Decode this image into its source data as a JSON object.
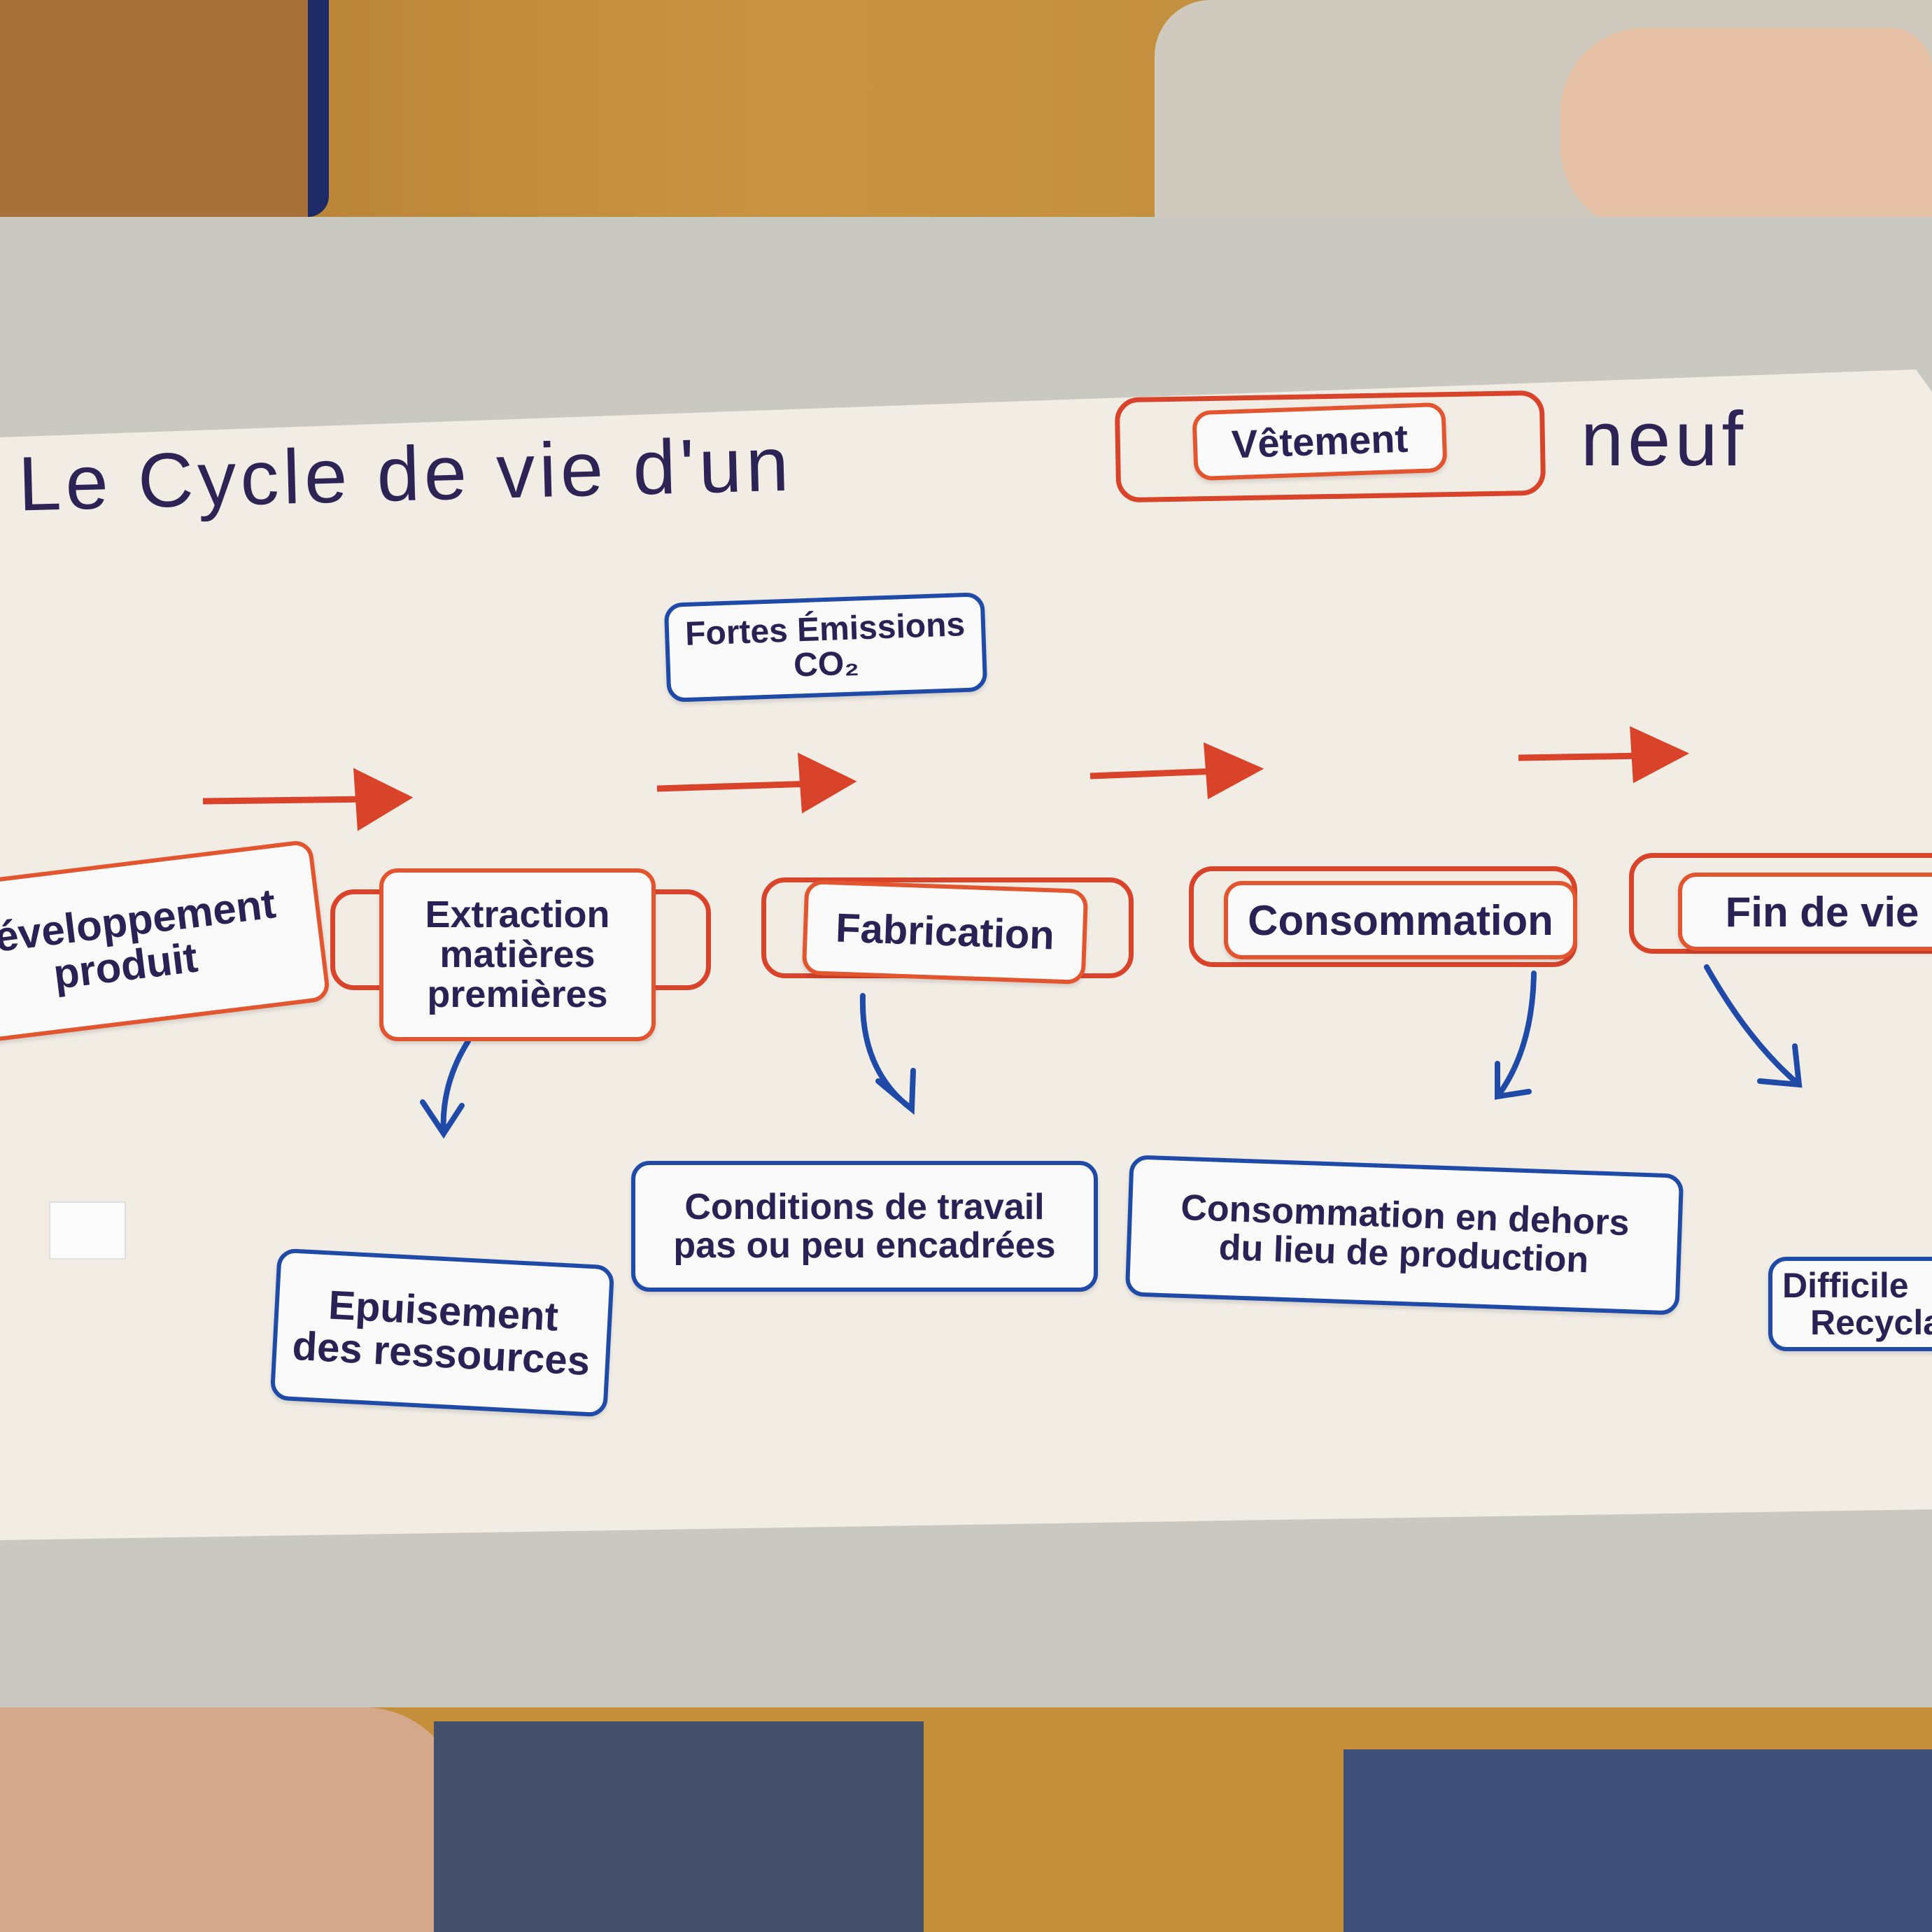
{
  "poster": {
    "title_prefix": "Le Cycle de vie d'un",
    "title_item": "Vêtement",
    "title_suffix": "neuf"
  },
  "stages": [
    {
      "line1": "Développement",
      "line2": "produit"
    },
    {
      "line1": "Extraction",
      "line2": "matières",
      "line3": "premières"
    },
    {
      "line1": "Fabrication"
    },
    {
      "line1": "Consommation"
    },
    {
      "line1": "Fin de vie"
    }
  ],
  "impacts": {
    "emissions": {
      "line1": "Fortes Émissions",
      "line2": "CO₂"
    },
    "extraction": {
      "line1": "Epuisement",
      "line2": "des ressources"
    },
    "fabrication": {
      "line1": "Conditions de travail",
      "line2": "pas ou peu encadrées"
    },
    "consommation": {
      "line1": "Consommation en dehors",
      "line2": "du lieu de production"
    },
    "fin_de_vie": {
      "line1": "Difficile",
      "line2": "Recyclage"
    }
  },
  "colors": {
    "red": "#d9432a",
    "blue": "#1f4aa8",
    "ink": "#2a2155"
  }
}
